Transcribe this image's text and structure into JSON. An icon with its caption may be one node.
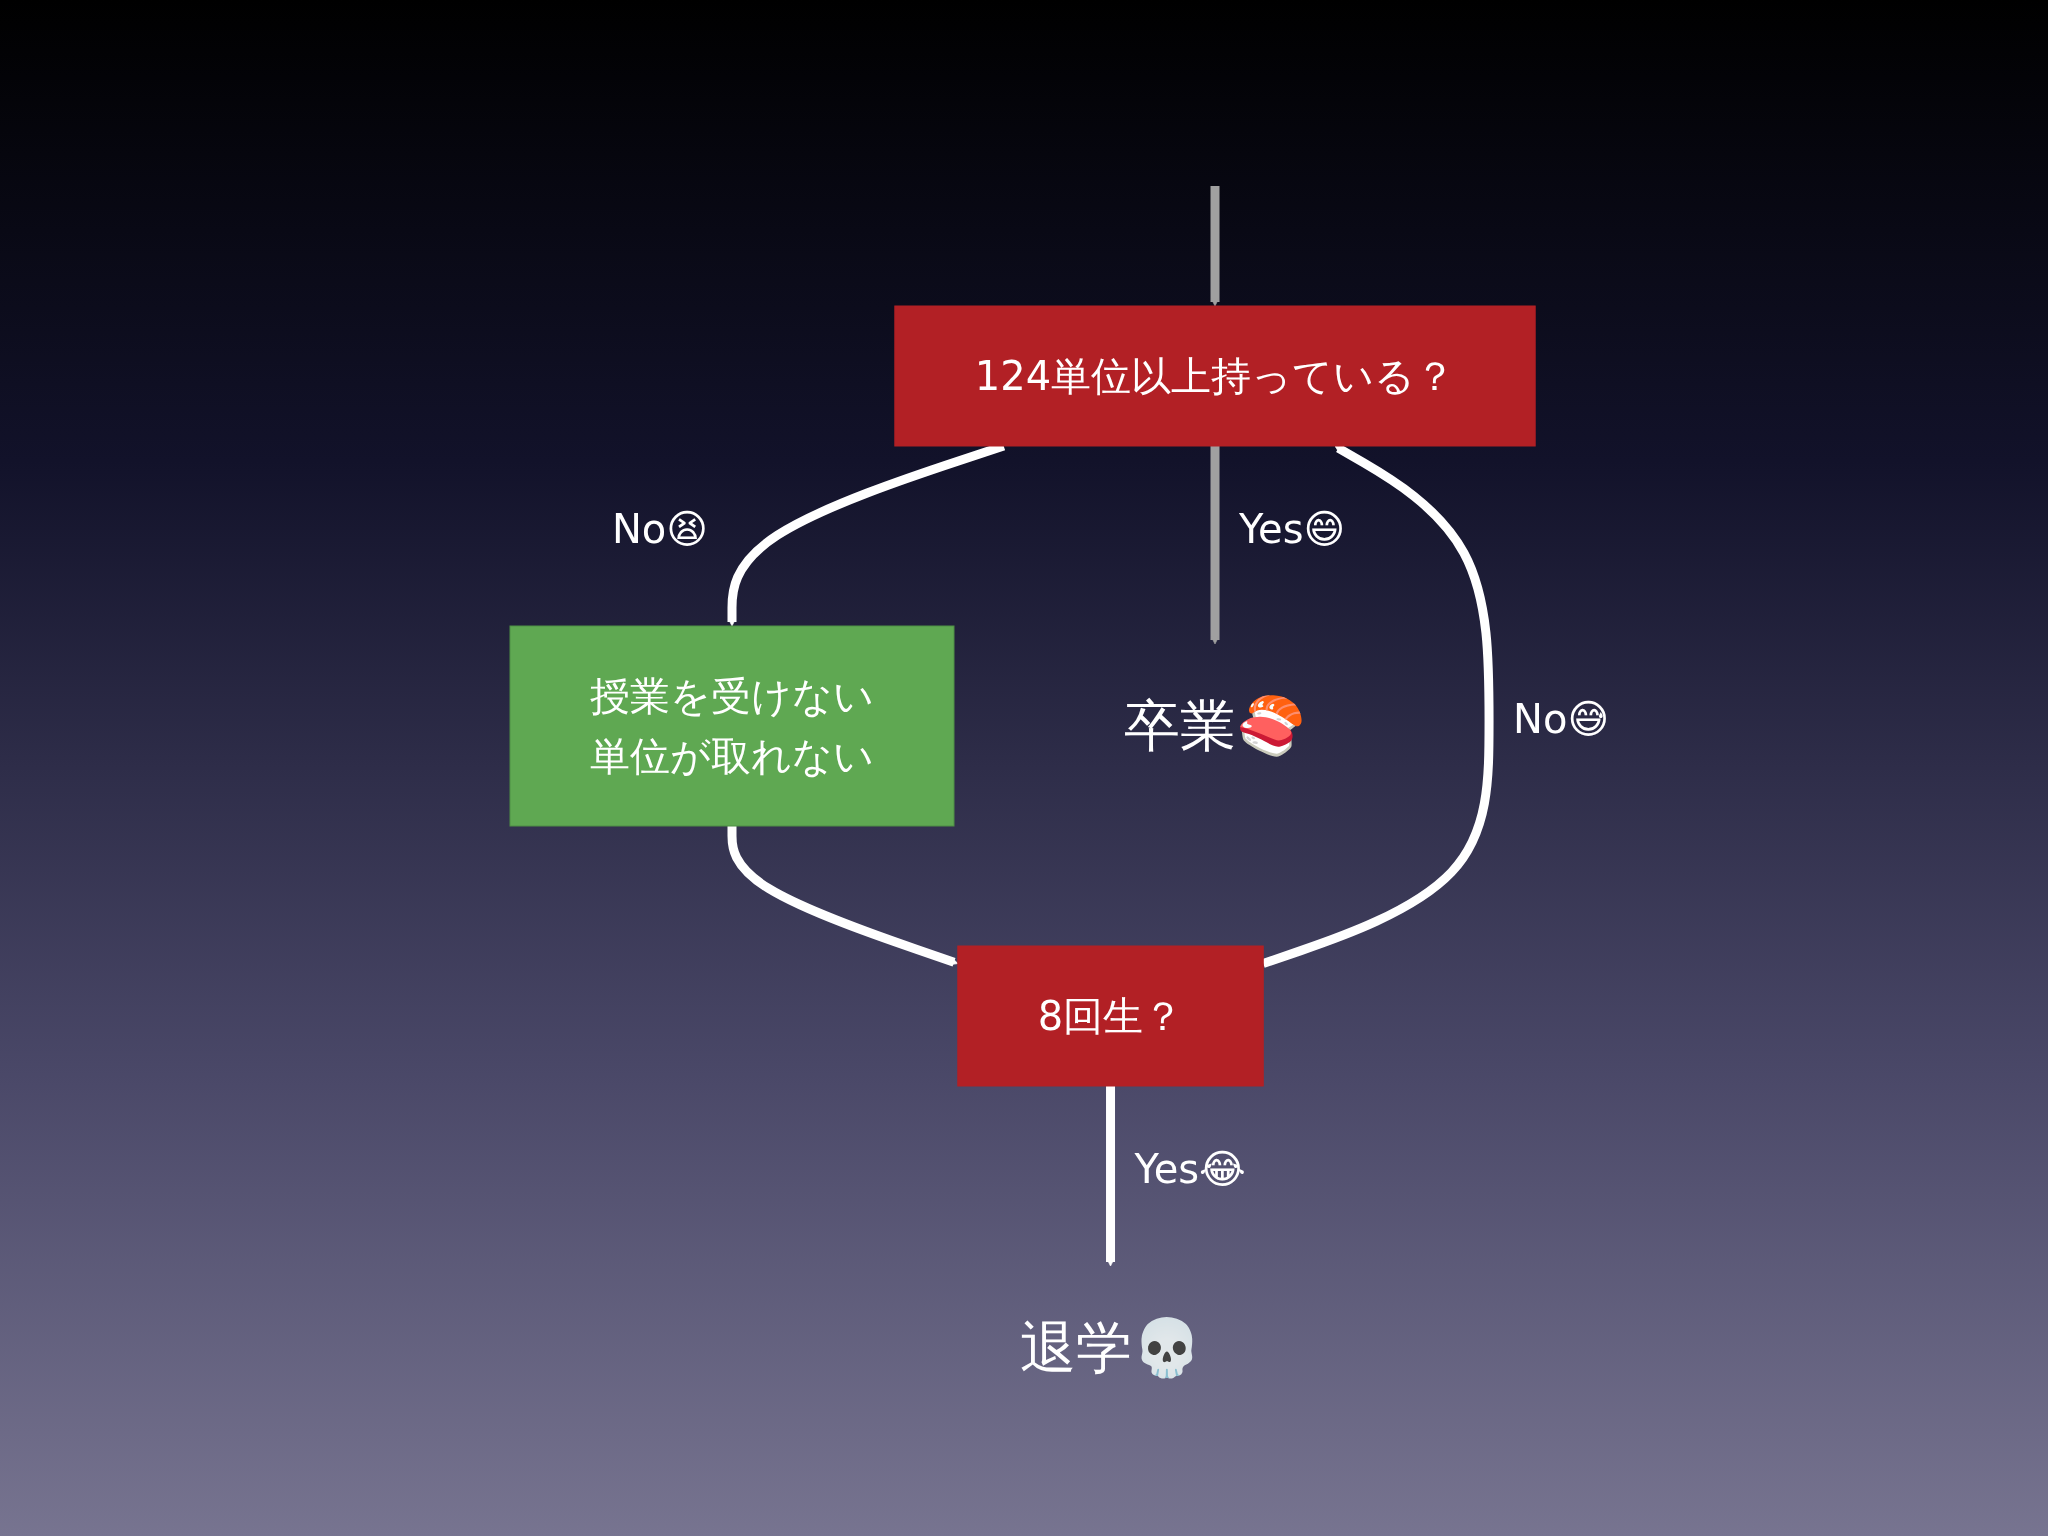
{
  "diagram": {
    "nodes": [
      {
        "text": [
          "124単位以上持っている？"
        ]
      },
      {
        "text": [
          "授業を受けない",
          "単位が取れない"
        ]
      },
      {
        "text": [
          "8回生？"
        ]
      },
      {
        "text": [
          "卒業🍣"
        ]
      },
      {
        "text": [
          "退学💀"
        ]
      }
    ],
    "edges": [
      {
        "from": null,
        "to": 0,
        "arrow": "to",
        "color": "#a0a0a0"
      },
      {
        "from": 0,
        "to": 3,
        "arrow": "to",
        "label": "Yes😄",
        "color": "#a0a0a0"
      },
      {
        "from": 0,
        "to": 1,
        "arrow": "to",
        "label": "No😫"
      },
      {
        "from": 1,
        "to": 2,
        "arrow": "to"
      },
      {
        "from": 2,
        "to": 0,
        "arrow": "to",
        "label": "No😅"
      },
      {
        "from": 2,
        "to": 4,
        "arrow": "to",
        "label": "Yes😂"
      }
    ]
  }
}
